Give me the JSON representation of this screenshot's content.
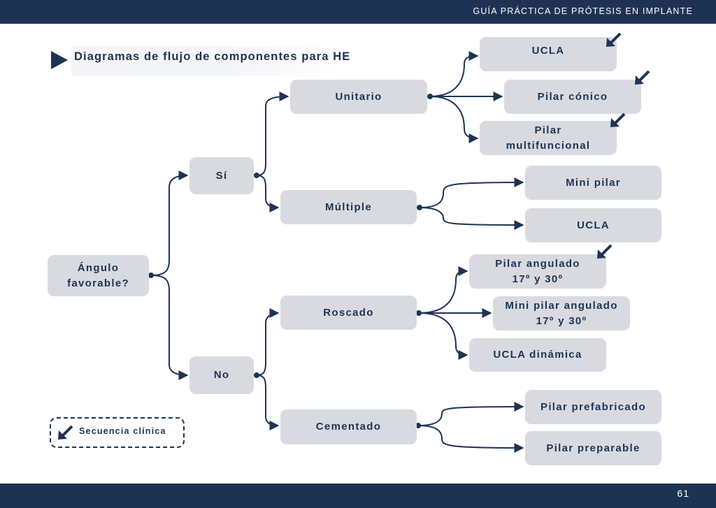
{
  "header": {
    "title": "GUÍA PRÁCTICA DE PRÓTESIS EN IMPLANTE"
  },
  "footer": {
    "page_number": "61"
  },
  "heading": {
    "text": "Diagramas de flujo de componentes para HE"
  },
  "nodes": {
    "root": "Ángulo\nfavorable?",
    "si": "Sí",
    "no": "No",
    "unitario": "Unitario",
    "multiple": "Múltiple",
    "roscado": "Roscado",
    "cementado": "Cementado",
    "ucla_1": "UCLA",
    "pilar_conico": "Pilar cónico",
    "pilar_multifuncional": "Pilar\nmultifuncional",
    "mini_pilar": "Mini pilar",
    "ucla_2": "UCLA",
    "pilar_angulado": "Pilar angulado\n17º y 30º",
    "mini_pilar_angulado": "Mini pilar angulado\n17º y 30º",
    "ucla_dinamica": "UCLA dinámica",
    "pilar_prefabricado": "Pilar prefabricado",
    "pilar_preparable": "Pilar preparable"
  },
  "legend": {
    "label": "Secuencia clínica",
    "icon": "arrow-down-left-icon"
  },
  "colors": {
    "navy": "#1e3354",
    "node_fill": "#d8dadf"
  }
}
